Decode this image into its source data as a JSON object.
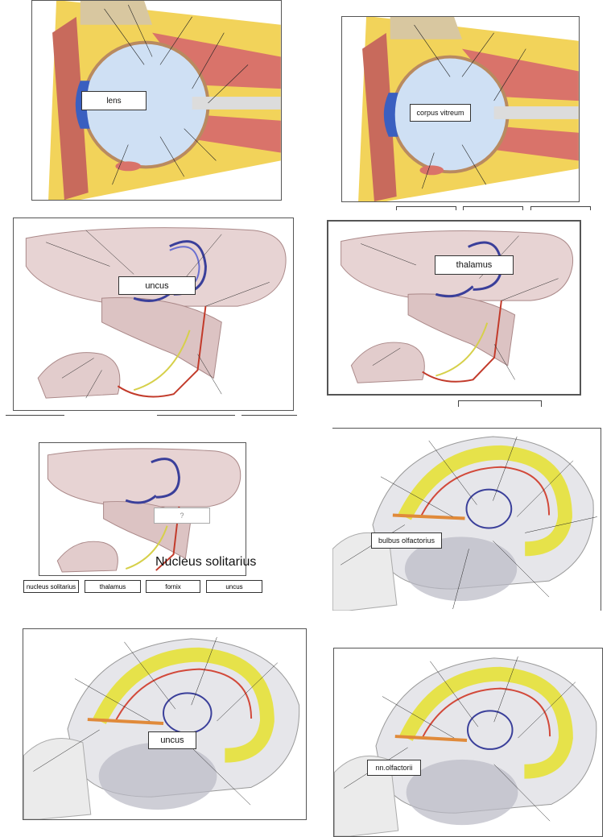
{
  "panels": {
    "eye1_label": "lens",
    "eye2_label": "corpus vitreum",
    "brain1_label": "uncus",
    "brain2_label": "thalamus",
    "brain3_label": "?",
    "brain3_answer": "Nucleus solitarius",
    "sag1_label": "bulbus olfactorius",
    "sag2_label": "uncus",
    "sag3_label": "nn.olfactorii"
  },
  "options": [
    "nucleus solitarius",
    "thalamus",
    "fornix",
    "uncus"
  ],
  "colors": {
    "skin": "#e8b0a0",
    "fat": "#f2d35a",
    "muscle": "#d9736a",
    "eyeball": "#cfe0f4",
    "brain": "#e7d3d3",
    "limbic": "#e6e24a",
    "nerve_blue": "#3a3f9a"
  }
}
